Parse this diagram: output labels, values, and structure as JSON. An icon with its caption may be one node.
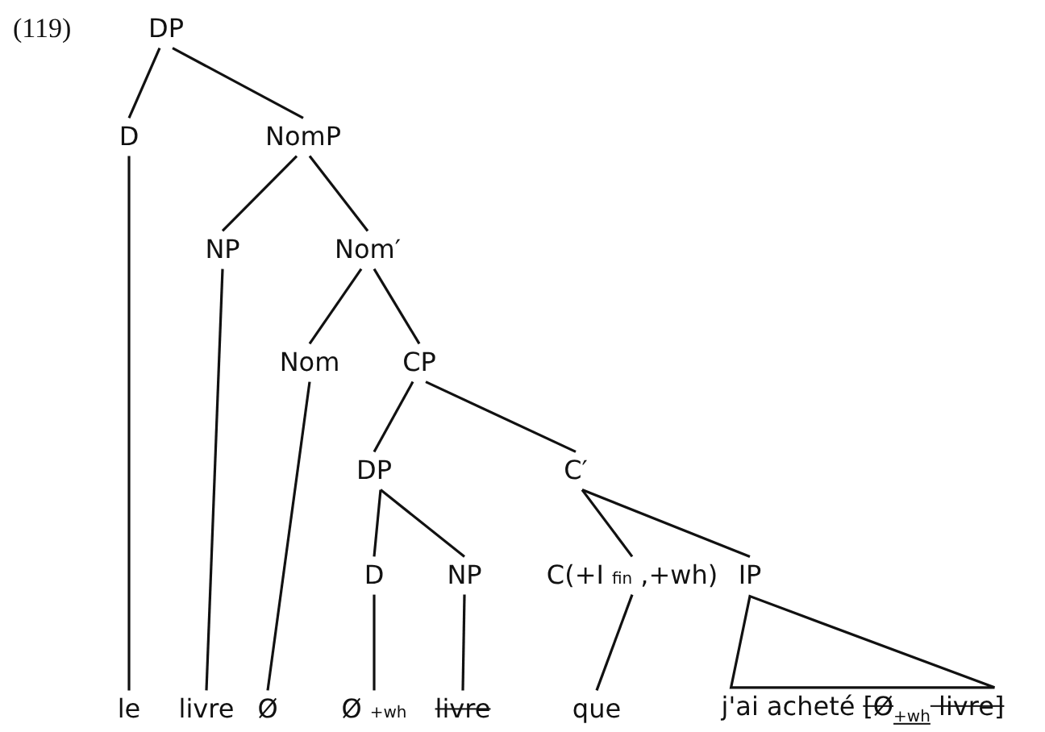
{
  "diagram": {
    "nodes": [
      {
        "text": [
          "DP"
        ]
      },
      {
        "text": [
          "D"
        ]
      },
      {
        "text": [
          "NomP"
        ]
      },
      {
        "text": [
          "NP"
        ]
      },
      {
        "text": [
          "Nom′"
        ]
      },
      {
        "text": [
          "Nom"
        ]
      },
      {
        "text": [
          "CP"
        ]
      },
      {
        "text": [
          "DP"
        ]
      },
      {
        "text": [
          "C′"
        ]
      },
      {
        "text": [
          "D"
        ]
      },
      {
        "text": [
          "NP"
        ]
      },
      {
        "text": [
          "C(+I$_{fin}$,+wh)"
        ]
      },
      {
        "text": [
          "IP"
        ]
      },
      {
        "text": [
          "le"
        ]
      },
      {
        "text": [
          "livre"
        ]
      },
      {
        "text": [
          "Ø"
        ]
      },
      {
        "text": [
          "Ø$_{+wh}$"
        ]
      },
      {
        "text": [
          "livre"
        ]
      },
      {
        "text": [
          "que"
        ]
      },
      {
        "text": [
          "j'ai acheté",
          "[Ø$_{+wh}$ livre]"
        ]
      }
    ],
    "edges": [
      {
        "from": 0,
        "to": 1,
        "arrow": "none"
      },
      {
        "from": 0,
        "to": 2,
        "arrow": "none"
      },
      {
        "from": 2,
        "to": 3,
        "arrow": "none"
      },
      {
        "from": 2,
        "to": 4,
        "arrow": "none"
      },
      {
        "from": 4,
        "to": 5,
        "arrow": "none"
      },
      {
        "from": 4,
        "to": 6,
        "arrow": "none"
      },
      {
        "from": 6,
        "to": 7,
        "arrow": "none"
      },
      {
        "from": 6,
        "to": 8,
        "arrow": "none"
      },
      {
        "from": 7,
        "to": 9,
        "arrow": "none"
      },
      {
        "from": 7,
        "to": 10,
        "arrow": "none"
      },
      {
        "from": 8,
        "to": 11,
        "arrow": "none"
      },
      {
        "from": 8,
        "to": 12,
        "arrow": "none"
      },
      {
        "from": 1,
        "to": 13,
        "arrow": "none"
      },
      {
        "from": 3,
        "to": 14,
        "arrow": "none"
      },
      {
        "from": 5,
        "to": 15,
        "arrow": "none"
      },
      {
        "from": 9,
        "to": 16,
        "arrow": "none"
      },
      {
        "from": 10,
        "to": 17,
        "arrow": "none"
      },
      {
        "from": 11,
        "to": 18,
        "arrow": "none"
      },
      {
        "from": 12,
        "to": 19,
        "arrow": "none"
      }
    ],
    "labels": [
      "(119)"
    ]
  }
}
